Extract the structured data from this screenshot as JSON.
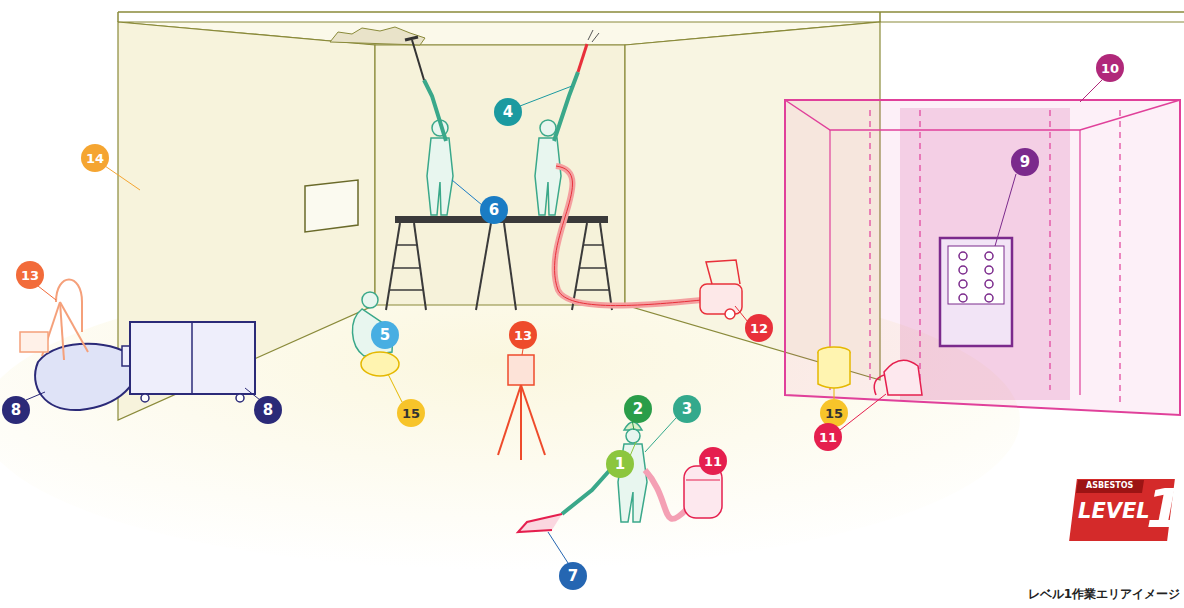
{
  "diagram": {
    "caption": "レベル1作業エリアイメージ",
    "nodes": [
      {
        "text": [
          "ASBESTOS",
          "LEVEL",
          "1"
        ]
      }
    ],
    "labels": [
      "10",
      "14",
      "4",
      "9",
      "6",
      "12",
      "13",
      "5",
      "13",
      "8",
      "8",
      "15",
      "15",
      "11",
      "2",
      "3",
      "11",
      "1",
      "7"
    ]
  }
}
